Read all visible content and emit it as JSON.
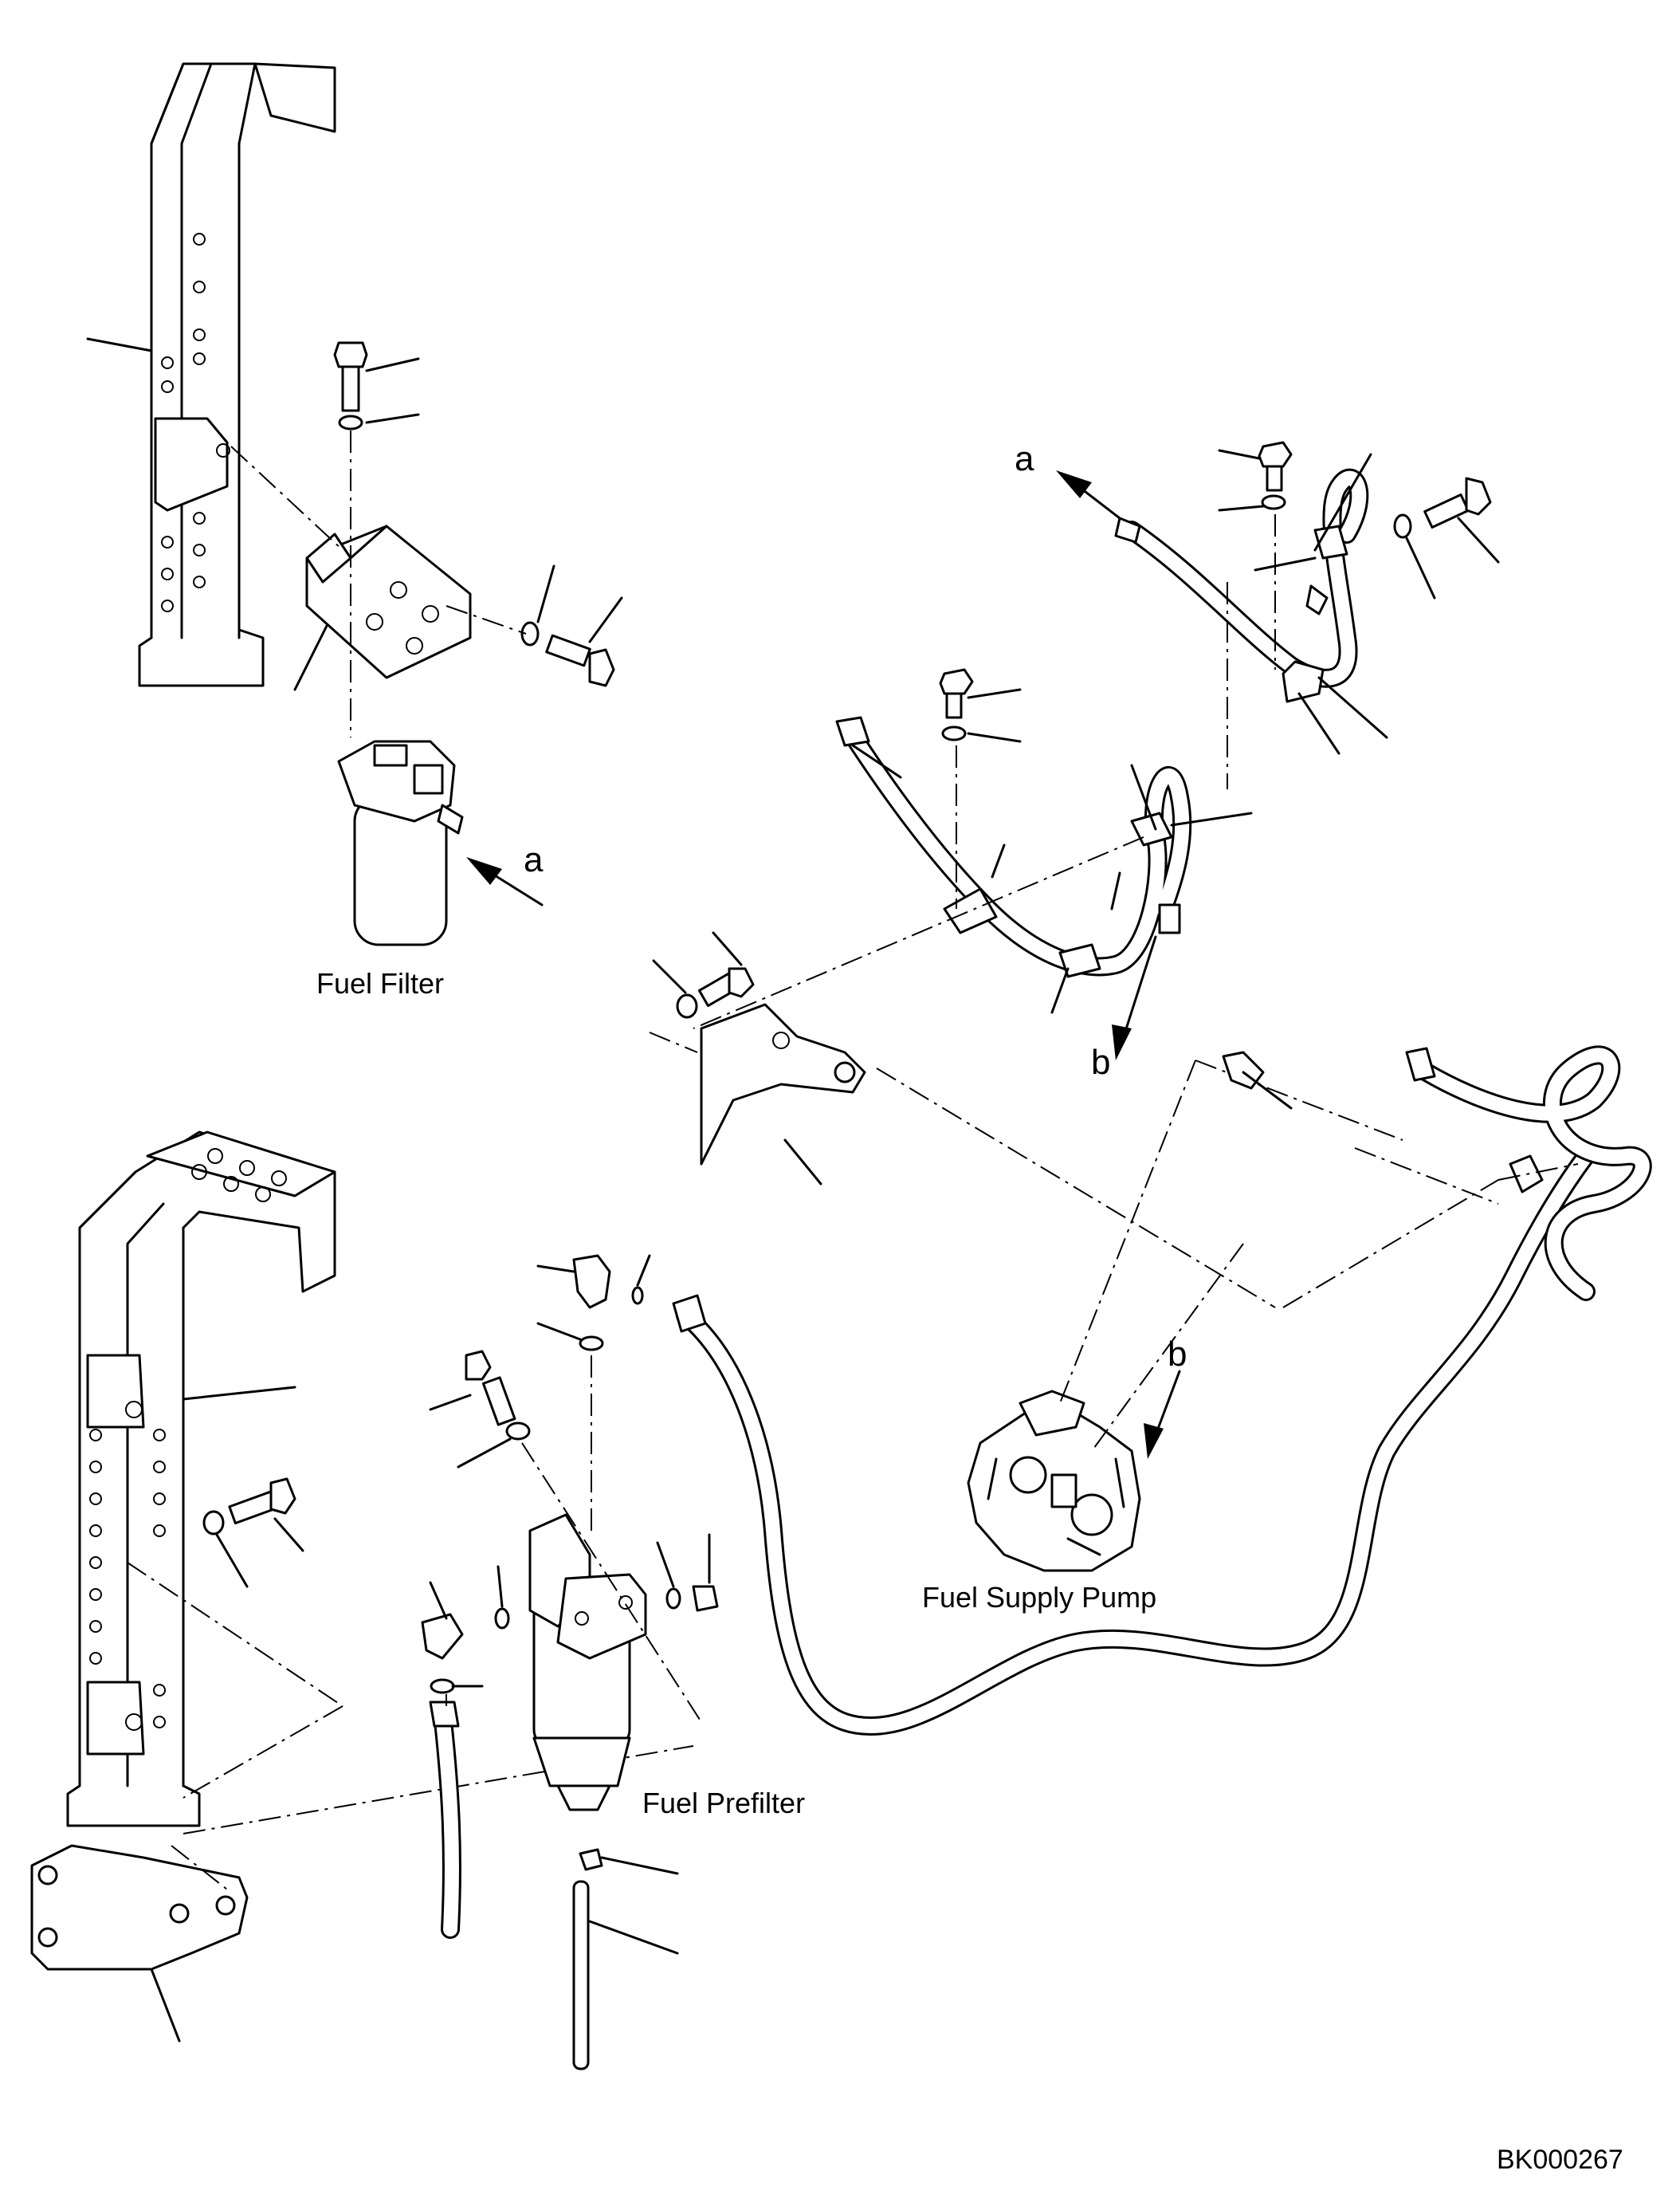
{
  "diagram": {
    "captions": {
      "fuel_filter": "Fuel Filter",
      "fuel_supply_pump": "Fuel Supply Pump",
      "fuel_prefilter": "Fuel Prefilter"
    },
    "arrow_labels": {
      "a_top": "a",
      "a_filter": "a",
      "b_top": "b",
      "b_pump": "b"
    },
    "drawing_code": "BK000267"
  }
}
